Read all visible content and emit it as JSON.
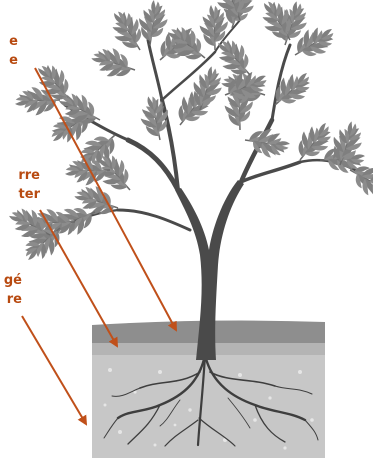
{
  "labels": [
    {
      "lines": [
        "e",
        "e"
      ]
    },
    {
      "lines": [
        "rre",
        "ter"
      ]
    },
    {
      "lines": [
        "gé",
        "re"
      ]
    }
  ],
  "colors": {
    "label": "#b84a10",
    "arrow": "#c0501a",
    "leaf": "#7f7f7f",
    "trunk": "#4a4a4a",
    "soil_top": "#8e8e8e",
    "soil_mid": "#b4b4b4",
    "soil_bottom": "#c7c7c7",
    "root": "#3e3e3e"
  }
}
